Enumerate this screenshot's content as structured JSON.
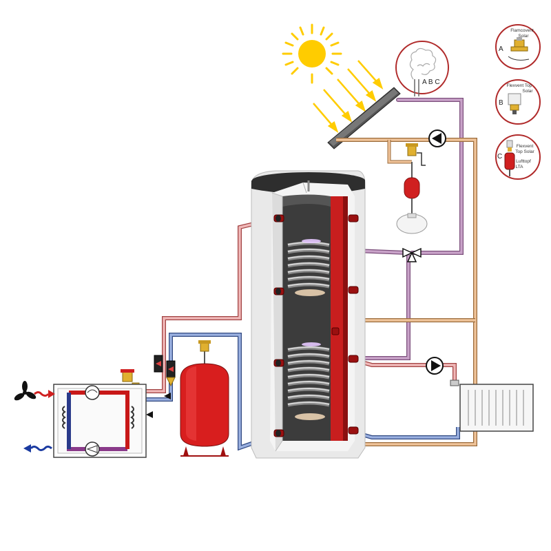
{
  "colors": {
    "hot": "#c8102e",
    "hot_pipe": "#e8a07a",
    "solar_pipe": "#b07aae",
    "cold_pipe": "#6a86c4",
    "return_pipe": "#e4a8a8",
    "callout_border": "#b02a2a",
    "tank_dark": "#3a3a3a",
    "insulation": "#efefef"
  },
  "abc_label": "A B C",
  "callouts": [
    {
      "letter": "A",
      "title_line1": "Flamcovent",
      "title_line2": "Solar",
      "icon": "air-separator-icon"
    },
    {
      "letter": "B",
      "title_line1": "Flexvent Top",
      "title_line2": "Solar",
      "icon": "air-vent-icon"
    },
    {
      "letter": "C",
      "title_line1": "Flexvent",
      "title_line2": "Top Solar",
      "title_line3": "Lufttopf",
      "title_line4": "LTA",
      "icon": "air-pot-icon"
    }
  ]
}
